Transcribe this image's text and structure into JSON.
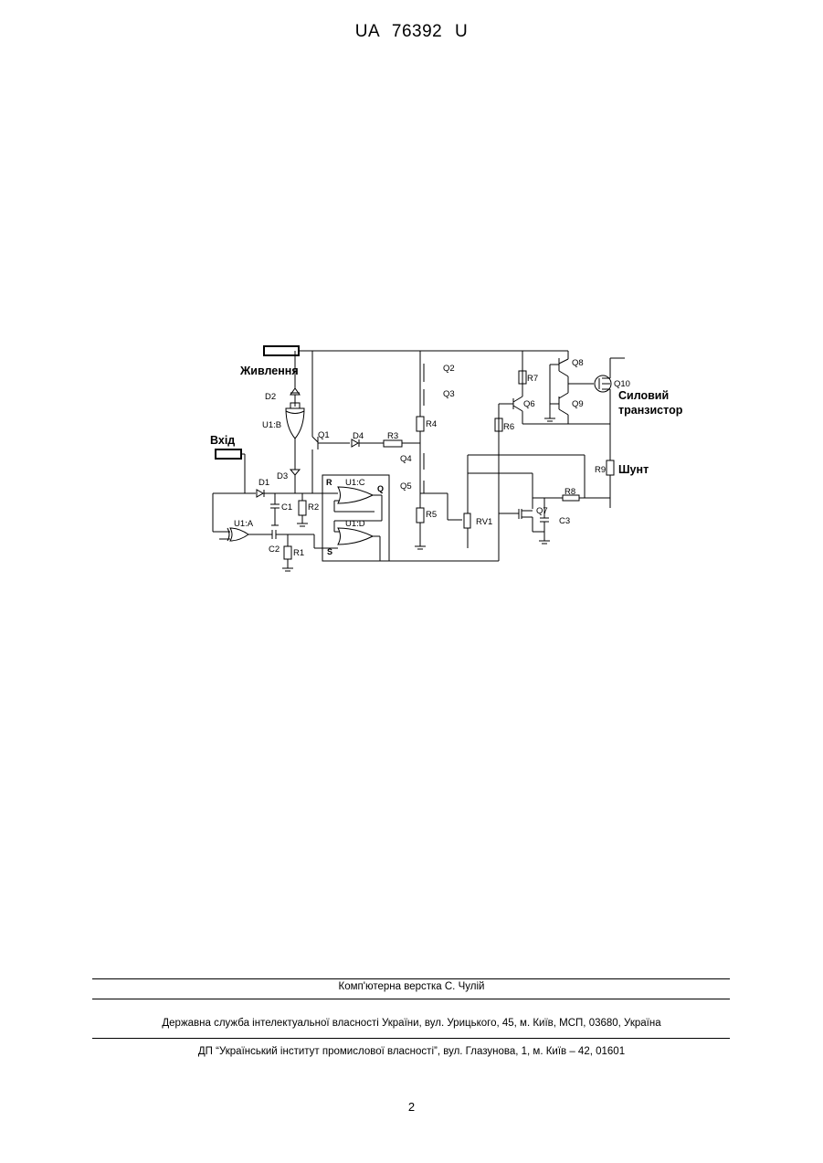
{
  "header": {
    "doc_id": "UA   76392   U"
  },
  "schematic": {
    "labels": {
      "power": "Живлення",
      "input": "Вхід",
      "power_transistor_line1": "Силовий",
      "power_transistor_line2": "транзистор",
      "shunt": "Шунт",
      "q1": "Q1",
      "q2": "Q2",
      "q3": "Q3",
      "q4": "Q4",
      "q5": "Q5",
      "q6": "Q6",
      "q7": "Q7",
      "q8": "Q8",
      "q9": "Q9",
      "q10": "Q10",
      "d1": "D1",
      "d2": "D2",
      "d3": "D3",
      "d4": "D4",
      "r1": "R1",
      "r2": "R2",
      "r3": "R3",
      "r4": "R4",
      "r5": "R5",
      "r6": "R6",
      "r7": "R7",
      "r8": "R8",
      "r9": "R9",
      "rv1": "RV1",
      "c1": "C1",
      "c2": "C2",
      "c3": "C3",
      "u1a": "U1:A",
      "u1b": "U1:B",
      "u1c": "U1:C",
      "u1d": "U1:D",
      "r_pin": "R",
      "s_pin": "S",
      "q_pin": "Q"
    }
  },
  "footer": {
    "layout": "Комп'ютерна верстка С. Чулій",
    "office": "Державна служба інтелектуальної власності України, вул. Урицького, 45, м. Київ, МСП, 03680, Україна",
    "institute": "ДП “Український інститут промислової власності”, вул. Глазунова, 1, м. Київ – 42, 01601"
  },
  "page_number": "2"
}
